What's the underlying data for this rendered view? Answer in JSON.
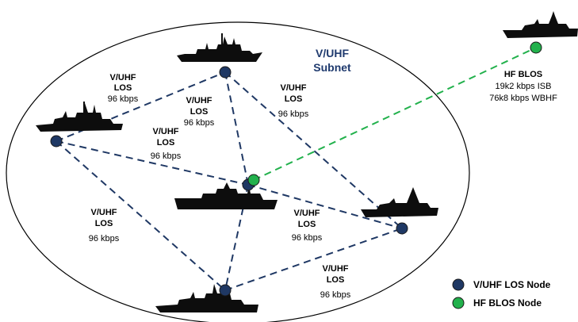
{
  "subnet": {
    "line1": "V/UHF",
    "line2": "Subnet"
  },
  "links": [
    {
      "id": "link-a",
      "l1": "V/UHF",
      "l2": "LOS",
      "l3": "96 kbps"
    },
    {
      "id": "link-b",
      "l1": "V/UHF",
      "l2": "LOS",
      "l3": "96 kbps"
    },
    {
      "id": "link-c",
      "l1": "V/UHF",
      "l2": "LOS",
      "l3": "96 kbps"
    },
    {
      "id": "link-d",
      "l1": "V/UHF",
      "l2": "LOS",
      "l3": "96 kbps"
    },
    {
      "id": "link-e",
      "l1": "V/UHF",
      "l2": "LOS",
      "l3": "96 kbps"
    },
    {
      "id": "link-f",
      "l1": "V/UHF",
      "l2": "LOS",
      "l3": "96 kbps"
    },
    {
      "id": "link-g",
      "l1": "V/UHF",
      "l2": "LOS",
      "l3": "96 kbps"
    }
  ],
  "hf_link": {
    "title": "HF BLOS",
    "line2": "19k2 kbps ISB",
    "line3": "76k8 kbps WBHF"
  },
  "legend": {
    "vuhf": {
      "label": "V/UHF LOS Node",
      "color": "#1f3864"
    },
    "hf": {
      "label": "HF BLOS Node",
      "color": "#22b14c"
    }
  },
  "colors": {
    "vuhf_link": "#1f3864",
    "hf_link": "#22b14c",
    "node_outline": "#1a1a1a",
    "ellipse": "#000000"
  }
}
